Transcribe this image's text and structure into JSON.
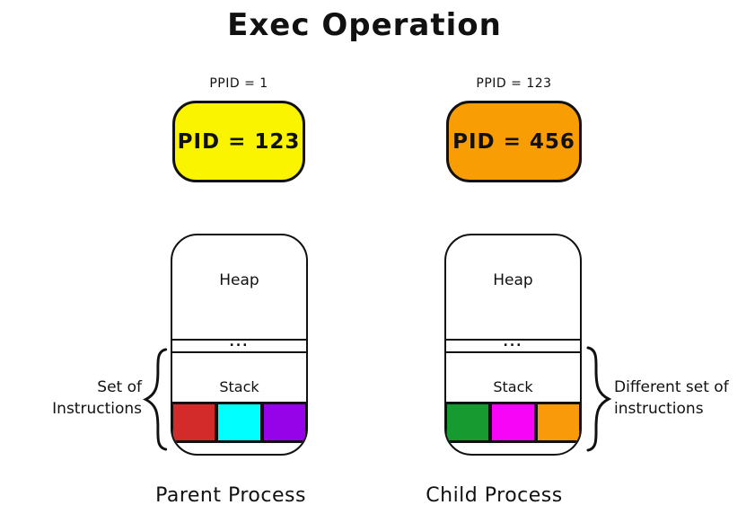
{
  "title": "Exec Operation",
  "parent": {
    "ppid": "PPID = 1",
    "pid": "PID = 123",
    "box_color": "#FAF400",
    "process_label": "Parent Process",
    "memory": {
      "heap": "Heap",
      "dots": "...",
      "stack": "Stack",
      "squares": [
        "#D32A2A",
        "#00FFFF",
        "#9703E8"
      ]
    },
    "annotation": [
      "Set of",
      "Instructions"
    ]
  },
  "child": {
    "ppid": "PPID = 123",
    "pid": "PID = 456",
    "box_color": "#F99D04",
    "process_label": "Child Process",
    "memory": {
      "heap": "Heap",
      "dots": "...",
      "stack": "Stack",
      "squares": [
        "#179B30",
        "#F705F7",
        "#F89A0A"
      ]
    },
    "annotation": [
      "Different set of",
      "instructions"
    ]
  },
  "ink_color": "#111111"
}
